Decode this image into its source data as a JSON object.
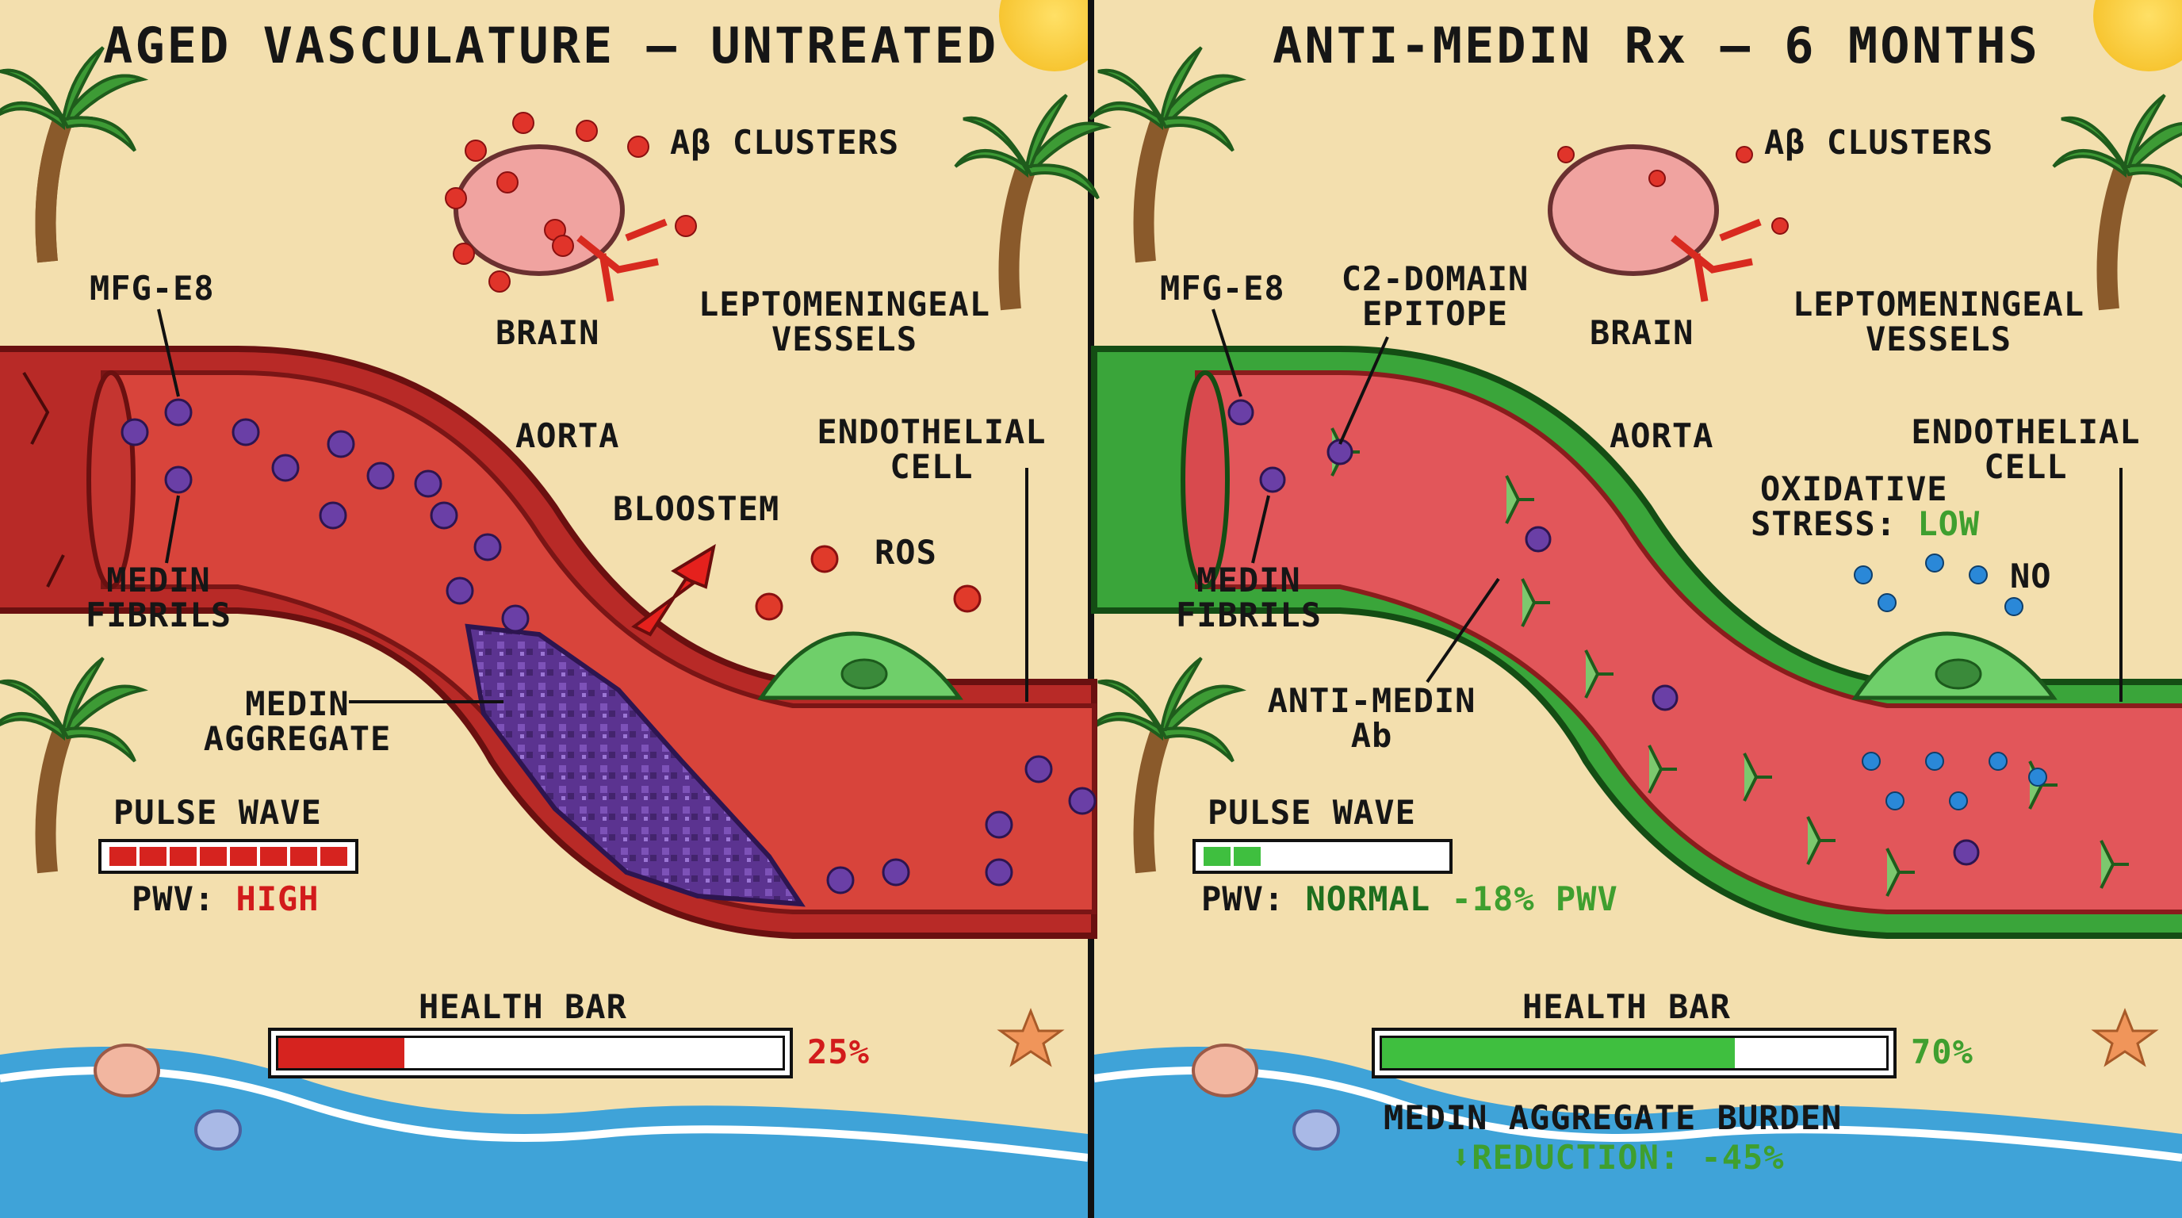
{
  "left": {
    "title": "AGED VASCULATURE – UNTREATED",
    "labels": {
      "ab_clusters": "Aβ CLUSTERS",
      "brain": "BRAIN",
      "lepto_line1": "LEPTOMENINGEAL",
      "lepto_line2": "VESSELS",
      "mfge8": "MFG-E8",
      "aorta": "AORTA",
      "endo_line1": "ENDOTHELIAL",
      "endo_line2": "CELL",
      "bloostem": "BLOOSTEM",
      "ros": "ROS",
      "medin_fibrils_line1": "MEDIN",
      "medin_fibrils_line2": "FIBRILS",
      "medin_agg_line1": "MEDIN",
      "medin_agg_line2": "AGGREGATE",
      "pulse_wave": "PULSE WAVE",
      "pwv_prefix": "PWV:",
      "pwv_value": "HIGH",
      "health_bar": "HEALTH BAR",
      "health_pct_text": "25%"
    },
    "health": 0.25,
    "pulse_filled_segments": 8,
    "pulse_total_segments": 8,
    "colors": {
      "vessel": "#c8302c",
      "health": "#d6231f",
      "pulse": "#d6231f"
    }
  },
  "right": {
    "title": "ANTI-MEDIN Rx – 6 MONTHS",
    "labels": {
      "ab_clusters": "Aβ CLUSTERS",
      "brain": "BRAIN",
      "lepto_line1": "LEPTOMENINGEAL",
      "lepto_line2": "VESSELS",
      "mfge8": "MFG-E8",
      "c2_line1": "C2-DOMAIN",
      "c2_line2": "EPITOPE",
      "aorta": "AORTA",
      "endo_line1": "ENDOTHELIAL",
      "endo_line2": "CELL",
      "ox_line1": "OXIDATIVE",
      "ox_line2_prefix": "STRESS:",
      "ox_value": "LOW",
      "no": "NO",
      "medin_fibrils_line1": "MEDIN",
      "medin_fibrils_line2": "FIBRILS",
      "antimedin_line1": "ANTI-MEDIN",
      "antimedin_line2": "Ab",
      "pulse_wave": "PULSE WAVE",
      "pwv_prefix": "PWV:",
      "pwv_value": "NORMAL",
      "pwv_change": "-18% PWV",
      "health_bar": "HEALTH BAR",
      "health_pct_text": "70%",
      "burden": "MEDIN AGGREGATE BURDEN",
      "reduction": "⬇REDUCTION: -45%"
    },
    "health": 0.7,
    "pulse_filled_segments": 2,
    "pulse_total_segments": 8,
    "colors": {
      "vessel": "#3aa53a",
      "health": "#3fbf3f",
      "pulse": "#3fbf3f"
    }
  }
}
